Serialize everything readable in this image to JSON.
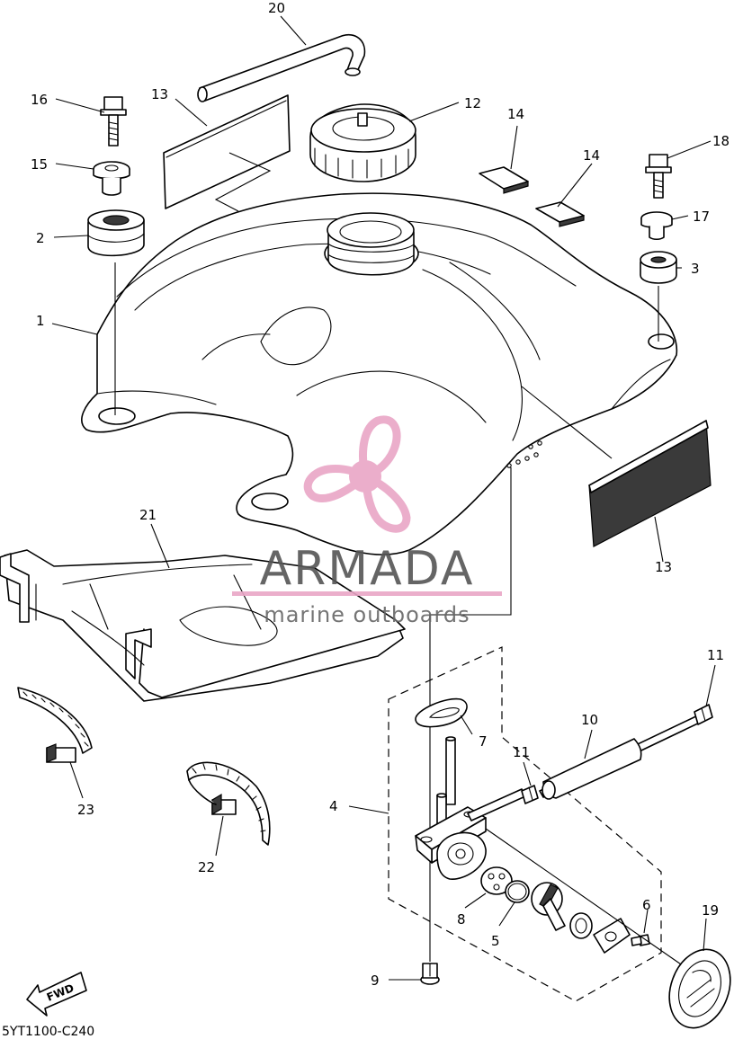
{
  "callouts": [
    {
      "id": "1",
      "text": "1"
    },
    {
      "id": "2",
      "text": "2"
    },
    {
      "id": "3",
      "text": "3"
    },
    {
      "id": "4",
      "text": "4"
    },
    {
      "id": "5",
      "text": "5"
    },
    {
      "id": "6",
      "text": "6"
    },
    {
      "id": "7",
      "text": "7"
    },
    {
      "id": "8",
      "text": "8"
    },
    {
      "id": "9",
      "text": "9"
    },
    {
      "id": "10",
      "text": "10"
    },
    {
      "id": "11a",
      "text": "11"
    },
    {
      "id": "11b",
      "text": "11"
    },
    {
      "id": "12",
      "text": "12"
    },
    {
      "id": "13a",
      "text": "13"
    },
    {
      "id": "13b",
      "text": "13"
    },
    {
      "id": "14a",
      "text": "14"
    },
    {
      "id": "14b",
      "text": "14"
    },
    {
      "id": "15",
      "text": "15"
    },
    {
      "id": "16",
      "text": "16"
    },
    {
      "id": "17",
      "text": "17"
    },
    {
      "id": "18",
      "text": "18"
    },
    {
      "id": "19",
      "text": "19"
    },
    {
      "id": "20",
      "text": "20"
    },
    {
      "id": "21",
      "text": "21"
    },
    {
      "id": "22",
      "text": "22"
    },
    {
      "id": "23",
      "text": "23"
    }
  ],
  "watermark": {
    "brand": "ARMADA",
    "tagline": "marine outboards",
    "logo_color": "#e9a6c6"
  },
  "fwd_label": "FWD",
  "reference_code": "5YT1100-C240"
}
